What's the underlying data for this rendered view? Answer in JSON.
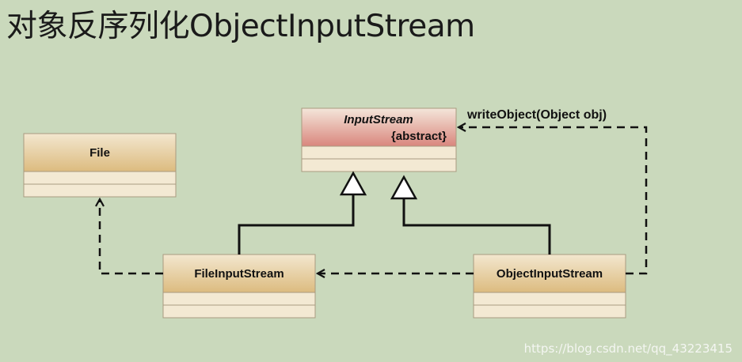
{
  "slide": {
    "title": "对象反序列化ObjectInputStream"
  },
  "classes": {
    "input_stream": {
      "name": "InputStream",
      "stereotype": "{abstract}"
    },
    "file": {
      "name": "File"
    },
    "file_input_stream": {
      "name": "FileInputStream"
    },
    "object_input_stream": {
      "name": "ObjectInputStream"
    }
  },
  "relations": {
    "write_object_label": "writeObject(Object obj)"
  },
  "watermark": "https://blog.csdn.net/qq_43223415",
  "colors": {
    "background": "#cad9bc",
    "box_header": "#e3c896",
    "abstract_header": "#d98a82",
    "box_body": "#f2e7d0",
    "line": "#111111"
  }
}
